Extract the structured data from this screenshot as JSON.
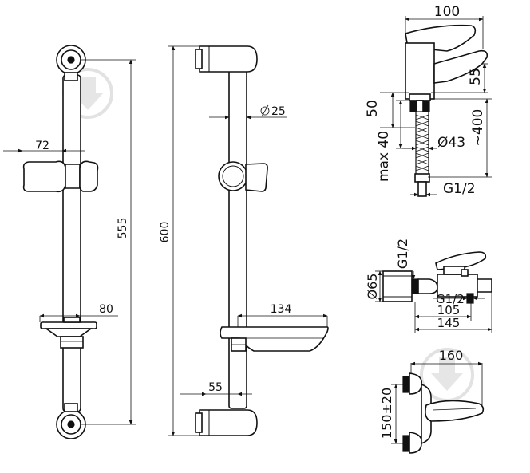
{
  "dimensions": {
    "bracket_offset_left": "72",
    "rail_length": "555",
    "soap_dish_left": "80",
    "total_length": "600",
    "rail_diameter": "25",
    "soap_dish_right": "134",
    "bracket_offset_right": "55",
    "basin_width": "100",
    "basin_spout_height": "55",
    "basin_thread_height": "50",
    "basin_max_thickness": "max 40",
    "basin_hole_diameter": "Ø43",
    "basin_hose_length": "~400",
    "basin_connection": "G1/2",
    "bath_connection_top": "G1/2",
    "bath_flange_diameter": "Ø65",
    "bath_connection_side": "G1/2",
    "bath_length_1": "105",
    "bath_length_2": "145",
    "wall_width": "160",
    "wall_centers": "150±20"
  },
  "watermark": {
    "icon": "download-arrow-icon",
    "color": "#e2e2e2"
  }
}
